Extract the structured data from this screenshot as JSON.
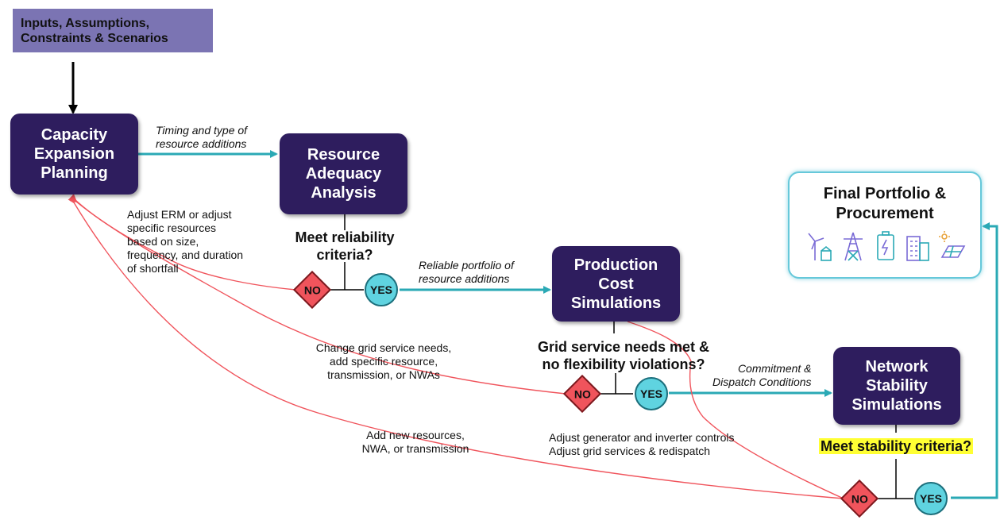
{
  "colors": {
    "process_box": "#2e1d5e",
    "inputs_box": "#7b74b3",
    "flow_arrow": "#2aa9b5",
    "feedback_line": "#f0545c",
    "yes_node": "#5fd3e0",
    "no_node": "#f0545c",
    "highlight": "#ffff33"
  },
  "boxes": {
    "inputs": "Inputs, Assumptions,\nConstraints & Scenarios",
    "capacity": "Capacity\nExpansion\nPlanning",
    "resource": "Resource\nAdequacy\nAnalysis",
    "production": "Production\nCost\nSimulations",
    "network": "Network\nStability\nSimulations",
    "final": "Final Portfolio &\nProcurement"
  },
  "final_icons": [
    "wind-turbine-icon",
    "transmission-tower-icon",
    "battery-icon",
    "building-icon",
    "solar-panel-icon"
  ],
  "questions": {
    "reliability": "Meet reliability\ncriteria?",
    "grid_service": "Grid service needs met &\nno flexibility violations?",
    "stability": "Meet stability criteria?"
  },
  "flow_labels": {
    "timing": "Timing and type of\nresource additions",
    "reliable": "Reliable portfolio of\nresource additions",
    "commitment": "Commitment &\nDispatch Conditions"
  },
  "feedback_labels": {
    "erm": "Adjust ERM or adjust\nspecific resources\nbased on size,\nfrequency, and duration\nof shortfall",
    "grid": "Change grid service needs,\nadd specific resource,\ntransmission, or NWAs",
    "new": "Add new resources,\nNWA, or transmission",
    "gen": "Adjust generator and inverter controls\nAdjust grid services & redispatch"
  },
  "decisions": {
    "yes": "YES",
    "no": "NO"
  }
}
